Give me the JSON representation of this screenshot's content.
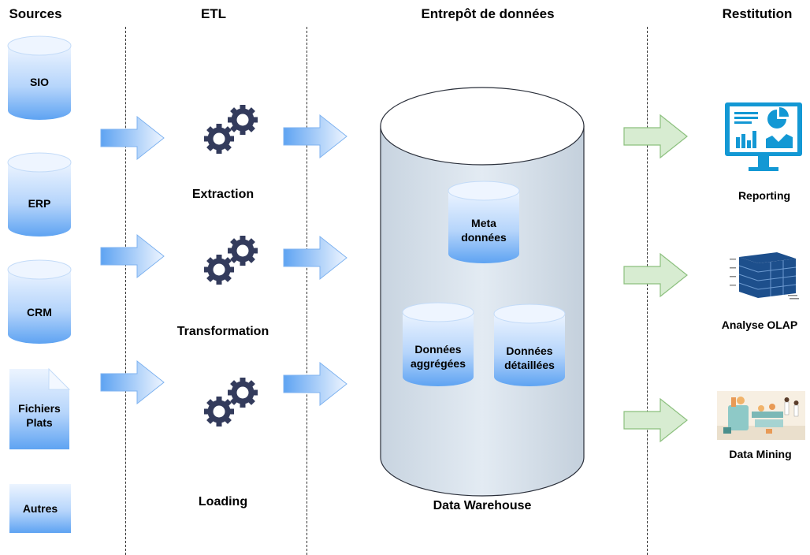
{
  "headers": {
    "sources": "Sources",
    "etl": "ETL",
    "warehouse": "Entrepôt de données",
    "restitution": "Restitution"
  },
  "sources": [
    {
      "label": "SIO",
      "shape": "cylinder"
    },
    {
      "label": "ERP",
      "shape": "cylinder"
    },
    {
      "label": "CRM",
      "shape": "cylinder"
    },
    {
      "label": "Fichiers\nPlats",
      "shape": "document"
    },
    {
      "label": "Autres",
      "shape": "box"
    }
  ],
  "etl_steps": [
    {
      "label": "Extraction",
      "icon": "gears-icon"
    },
    {
      "label": "Transformation",
      "icon": "gears-icon"
    },
    {
      "label": "Loading",
      "icon": "gears-icon"
    }
  ],
  "warehouse": {
    "label": "Data Warehouse",
    "stores": [
      {
        "label": "Meta\ndonnées"
      },
      {
        "label": "Données\naggrégées"
      },
      {
        "label": "Données\ndétaillées"
      }
    ]
  },
  "restitution": [
    {
      "label": "Reporting",
      "icon": "dashboard-monitor-icon"
    },
    {
      "label": "Analyse OLAP",
      "icon": "olap-cube-icon"
    },
    {
      "label": "Data Mining",
      "icon": "data-mining-illustration-icon"
    }
  ],
  "colors": {
    "blue_light": "#e6f1ff",
    "blue_dark": "#5ea3f2",
    "warehouse_fill": "#d2dde8",
    "green_arrow_fill": "#d7ecd1",
    "green_arrow_stroke": "#8cc07e",
    "gear": "#333b5c"
  }
}
